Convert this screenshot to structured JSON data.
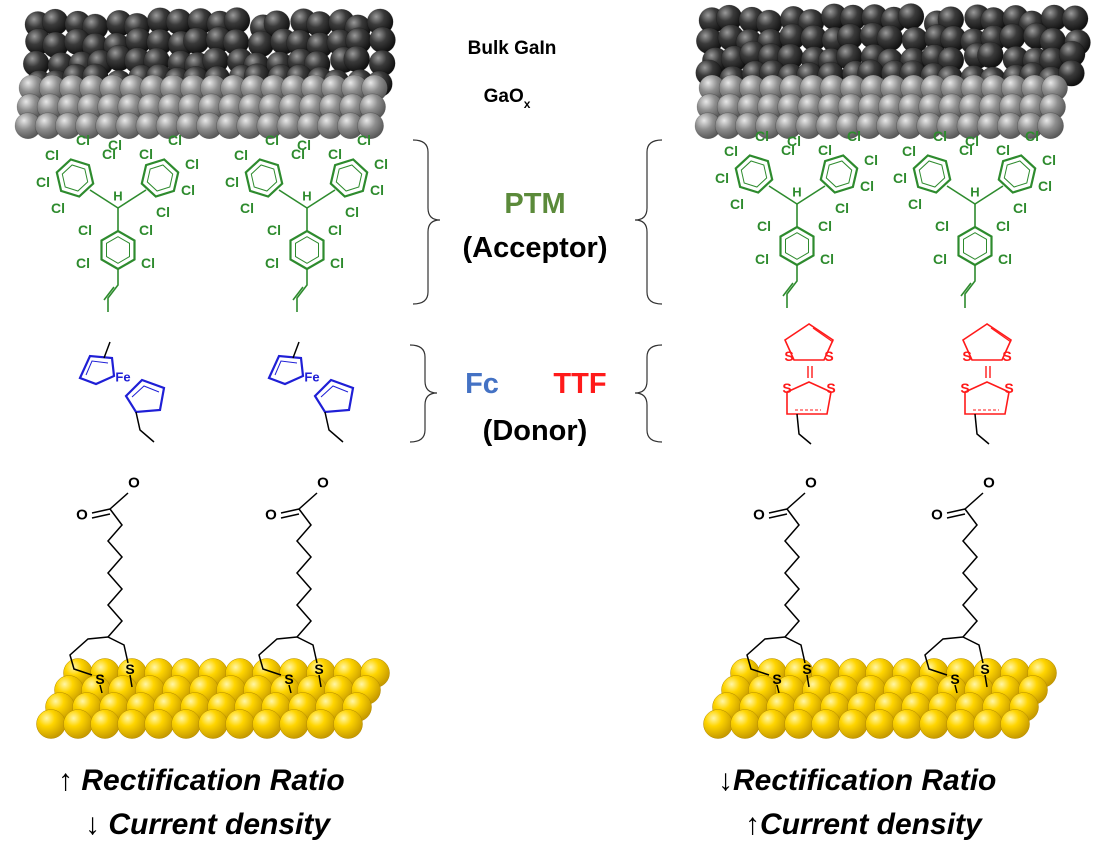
{
  "labels": {
    "bulk_gain": "Bulk GaIn",
    "gaox_main": "GaO",
    "gaox_sub": "x",
    "ptm": "PTM",
    "acceptor": "(Acceptor)",
    "fc": "Fc",
    "ttf": "TTF",
    "donor": "(Donor)"
  },
  "atoms": {
    "cl": "Cl",
    "h": "H",
    "fe": "Fe",
    "s": "S",
    "o": "O"
  },
  "left_caption": {
    "arrow_up": "↑",
    "line1": "Rectification Ratio",
    "arrow_down": "↓",
    "line2": "Current density"
  },
  "right_caption": {
    "arrow_down": "↓",
    "line1": "Rectification Ratio",
    "arrow_up": "↑",
    "line2": "Current density"
  },
  "colors": {
    "ptm_green": "#2e8b2e",
    "ptm_label": "#5b8a3a",
    "fc_blue": "#1f1fd6",
    "fc_label": "#4472c4",
    "ttf_red": "#ff1a1a",
    "gold": "#f5cc00",
    "gain_dark": "#2b2b2b",
    "gaox_grey": "#8a8a8a"
  }
}
